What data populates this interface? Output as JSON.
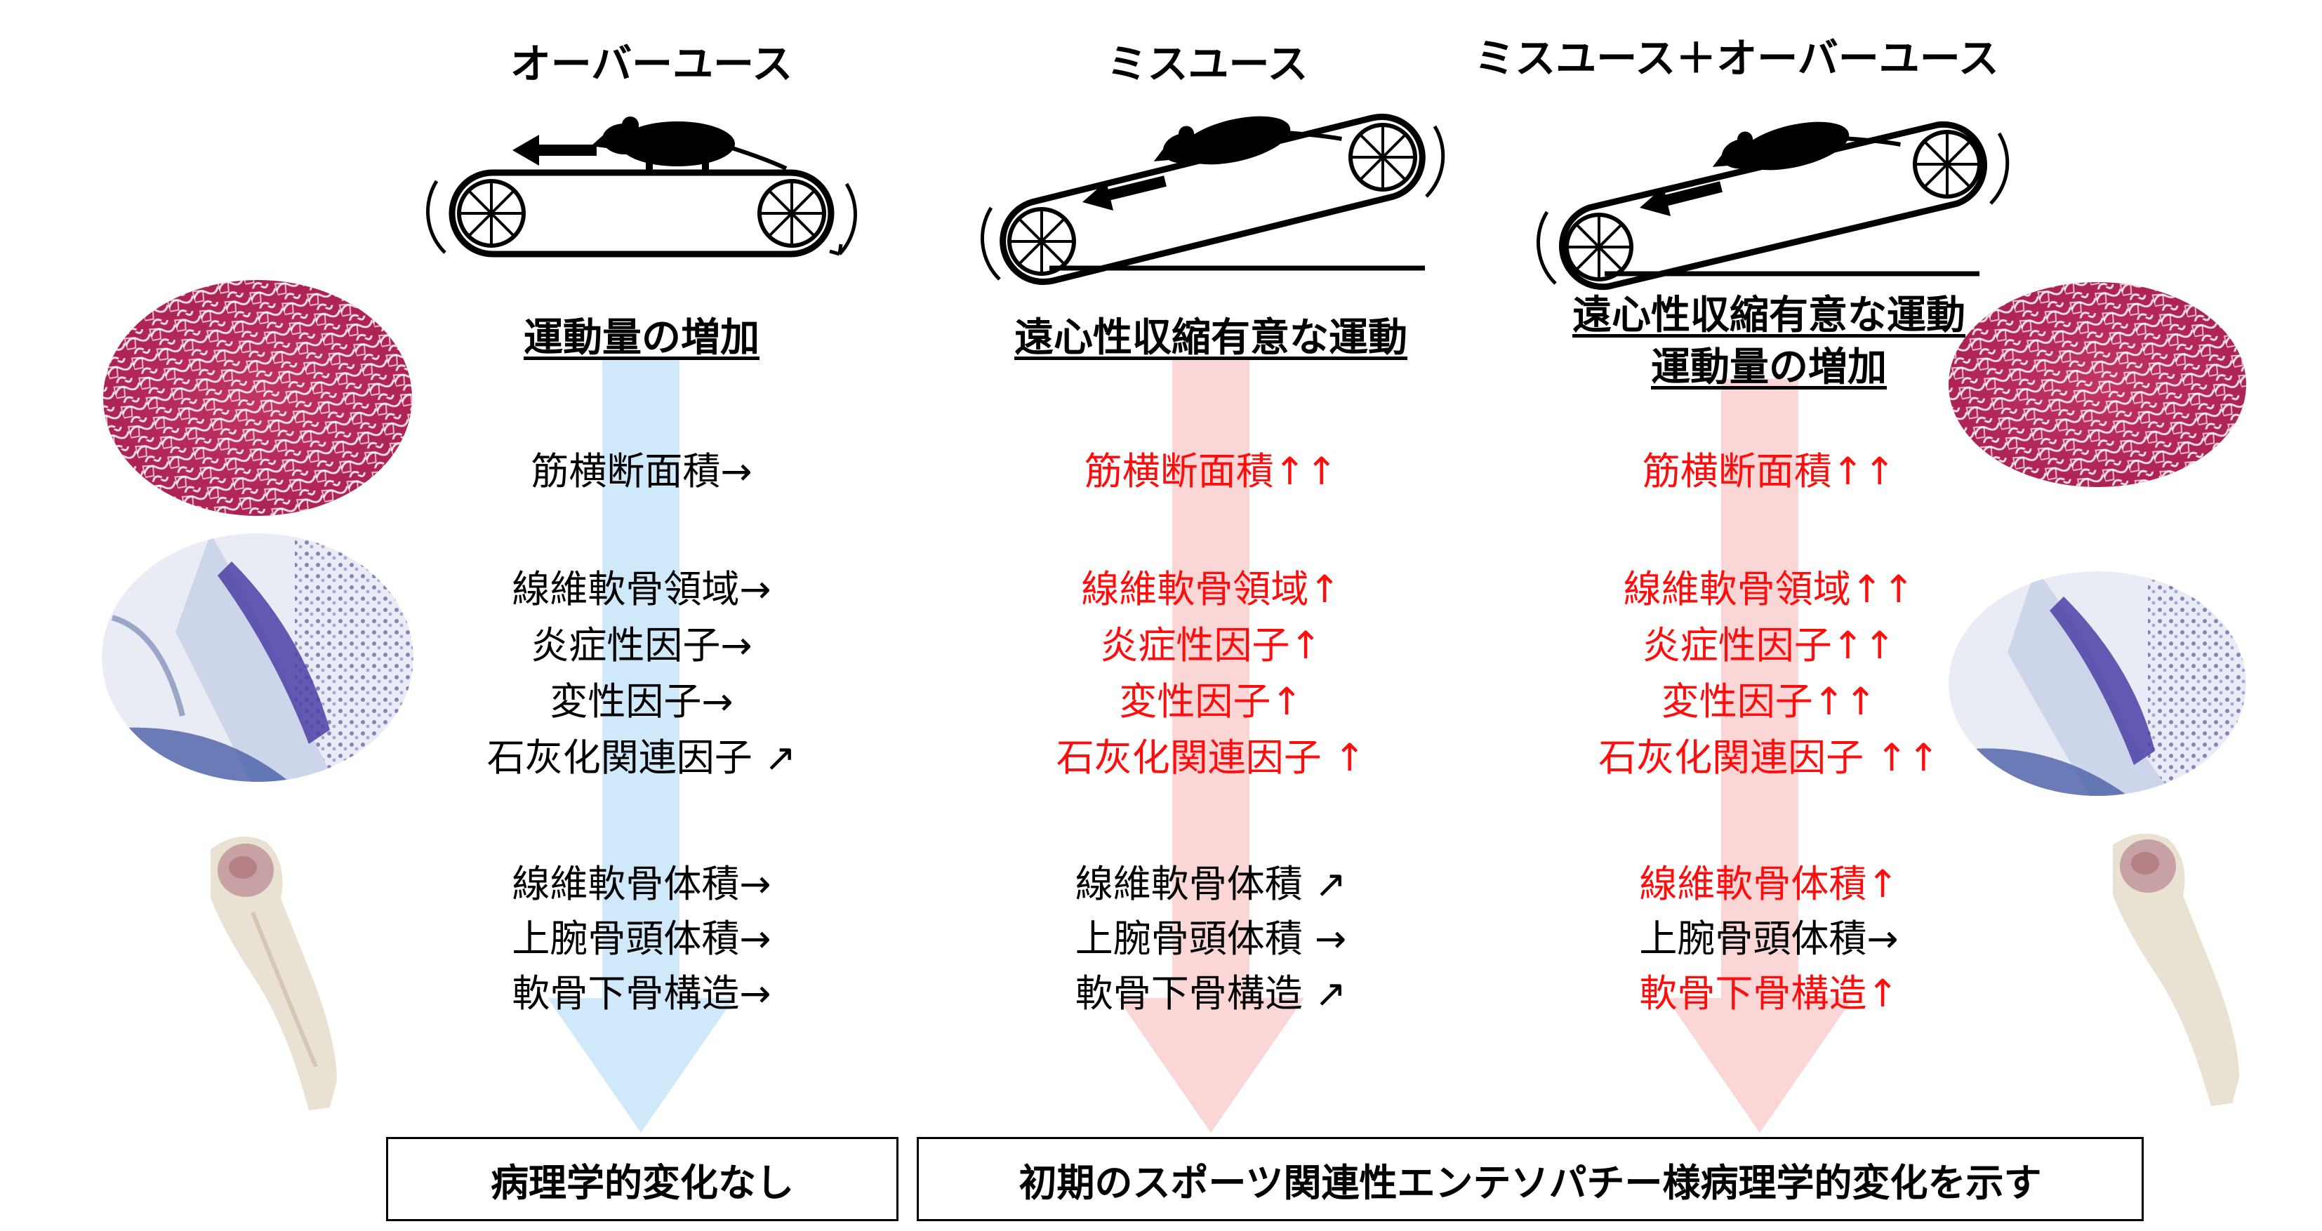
{
  "columns": [
    {
      "title": "オーバーユース",
      "headings": [
        "運動量の増加"
      ],
      "items": [
        {
          "text": "筋横断面積→",
          "color": "#000000"
        },
        {
          "text": "線維軟骨領域→",
          "color": "#000000"
        },
        {
          "text": "炎症性因子→",
          "color": "#000000"
        },
        {
          "text": "変性因子→",
          "color": "#000000"
        },
        {
          "text": "石灰化関連因子 ↗",
          "color": "#000000"
        },
        {
          "text": "線維軟骨体積→",
          "color": "#000000"
        },
        {
          "text": "上腕骨頭体積→",
          "color": "#000000"
        },
        {
          "text": "軟骨下骨構造→",
          "color": "#000000"
        }
      ]
    },
    {
      "title": "ミスユース",
      "headings": [
        "遠心性収縮有意な運動"
      ],
      "items": [
        {
          "text": "筋横断面積↑↑",
          "color": "#ff0d0d"
        },
        {
          "text": "線維軟骨領域↑",
          "color": "#ff0d0d"
        },
        {
          "text": "炎症性因子↑",
          "color": "#ff0d0d"
        },
        {
          "text": "変性因子↑",
          "color": "#ff0d0d"
        },
        {
          "text": "石灰化関連因子 ↑",
          "color": "#ff0d0d"
        },
        {
          "text": "線維軟骨体積 ↗",
          "color": "#000000"
        },
        {
          "text": "上腕骨頭体積 →",
          "color": "#000000"
        },
        {
          "text": "軟骨下骨構造 ↗",
          "color": "#000000"
        }
      ]
    },
    {
      "title": "ミスユース＋オーバーユース",
      "headings": [
        "遠心性収縮有意な運動",
        "運動量の増加"
      ],
      "items": [
        {
          "text": "筋横断面積↑↑",
          "color": "#ff0d0d"
        },
        {
          "text": "線維軟骨領域↑↑",
          "color": "#ff0d0d"
        },
        {
          "text": "炎症性因子↑↑",
          "color": "#ff0d0d"
        },
        {
          "text": "変性因子↑↑",
          "color": "#ff0d0d"
        },
        {
          "text": "石灰化関連因子 ↑↑",
          "color": "#ff0d0d"
        },
        {
          "text": "線維軟骨体積↑",
          "color": "#ff0d0d"
        },
        {
          "text": "上腕骨頭体積→",
          "color": "#000000"
        },
        {
          "text": "軟骨下骨構造↑",
          "color": "#ff0d0d"
        }
      ]
    }
  ],
  "outcomes": {
    "left": "病理学的変化なし",
    "right": "初期のスポーツ関連性エンテソパチー様病理学的変化を示す"
  },
  "colors": {
    "blue_arrow": "#cfe9fb",
    "red_arrow": "#fbd6d6",
    "highlight": "#ff0d0d",
    "muscle": "#b8285a",
    "cartilage_stain": "#4b3fa6"
  }
}
